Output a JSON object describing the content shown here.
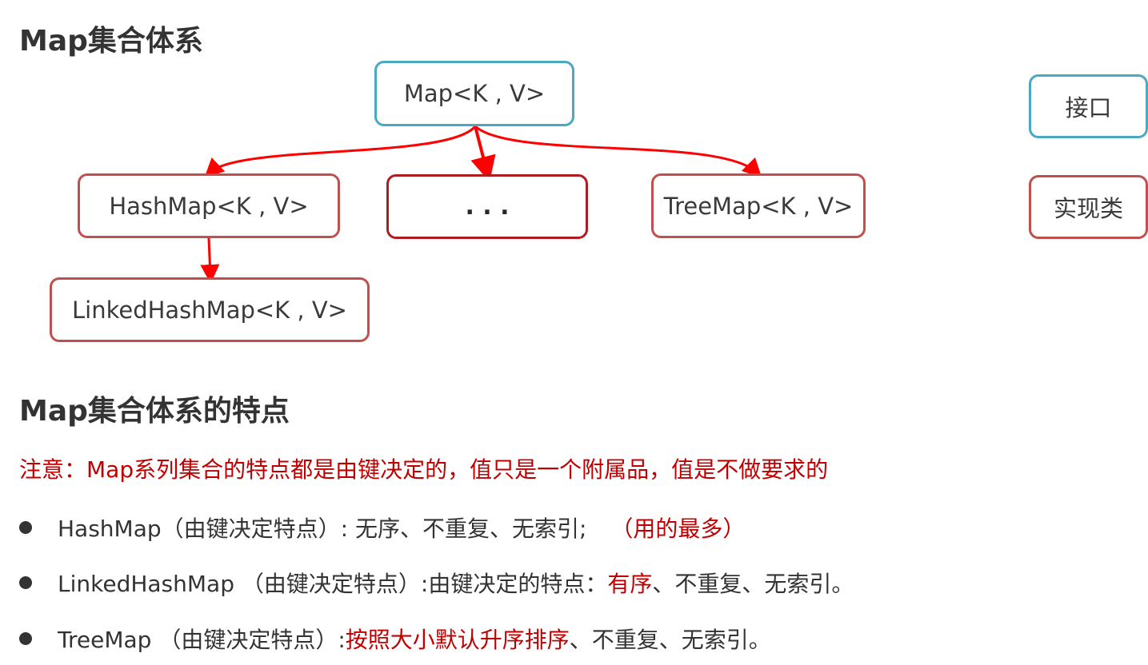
{
  "heading1": "Map集合体系",
  "heading2": "Map集合体系的特点",
  "boxes": {
    "root": "Map<K , V>",
    "hashmap": "HashMap<K , V>",
    "ellipsis": ". . .",
    "treemap": "TreeMap<K , V>",
    "linked": "LinkedHashMap<K , V>"
  },
  "legend": {
    "interface": "接口",
    "impl": "实现类"
  },
  "colors": {
    "interface_border": "#4aa8c0",
    "impl_border": "#c0504d",
    "arrow": "#ff0000",
    "highlight_text": "#c00000"
  },
  "note": "注意：Map系列集合的特点都是由键决定的，值只是一个附属品，值是不做要求的",
  "bullets": [
    {
      "a": "HashMap（由键决定特点）: 无序、不重复、无索引; ",
      "b": "（用的最多）",
      "c": ""
    },
    {
      "a": "LinkedHashMap （由键决定特点）:由键决定的特点：",
      "b": "有序",
      "c": "、不重复、无索引。"
    },
    {
      "a": "TreeMap （由键决定特点）:",
      "b": "按照大小默认升序排序",
      "c": "、不重复、无索引。"
    }
  ]
}
